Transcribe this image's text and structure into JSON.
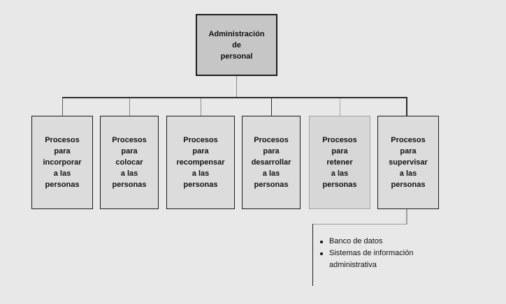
{
  "colors": {
    "bg": "#e8e8e8",
    "root_fill": "#c6c6c6",
    "child_fill": "#dcdcdc",
    "child5_fill": "#d7d7d7",
    "border": "#1c1c1c",
    "child5_border": "#a3a3a3",
    "text": "#111111"
  },
  "diagram": {
    "root": {
      "label": "Administración\nde\npersonal"
    },
    "children": [
      {
        "label": "Procesos\npara\nincorporar\na las\npersonas"
      },
      {
        "label": "Procesos\npara\ncolocar\na las\npersonas"
      },
      {
        "label": "Procesos\npara\nrecompensar\na las\npersonas"
      },
      {
        "label": "Procesos\npara\ndesarrollar\na las\npersonas"
      },
      {
        "label": "Procesos\npara\nretener\na las\npersonas"
      },
      {
        "label": "Procesos\npara\nsupervisar\na las\npersonas"
      }
    ],
    "connectors": {
      "stem": "#8c8c8c",
      "rail": "#2b2b2b",
      "drops": [
        "#5f5f5f",
        "#8c8c8c",
        "#8c8c8c",
        "#2b2b2b",
        "#a8a8a8",
        "#2b2b2b"
      ],
      "elbow": "#9e9e9e",
      "notes_line": "#1f1f1f"
    },
    "notes": {
      "items": [
        "Banco de datos",
        "Sistemas de información administrativa"
      ]
    }
  }
}
